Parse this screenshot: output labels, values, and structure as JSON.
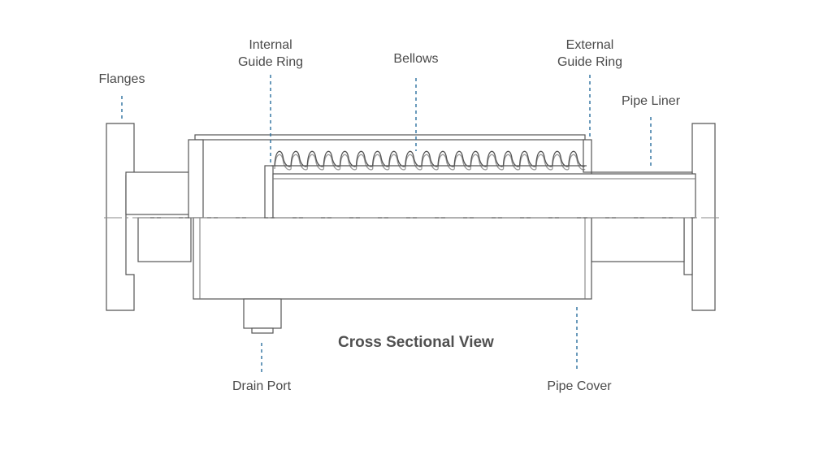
{
  "diagram": {
    "title": "Cross Sectional View",
    "labels": {
      "flanges": "Flanges",
      "internal_guide_ring_line1": "Internal",
      "internal_guide_ring_line2": "Guide Ring",
      "bellows": "Bellows",
      "external_guide_ring_line1": "External",
      "external_guide_ring_line2": "Guide Ring",
      "pipe_liner": "Pipe Liner",
      "drain_port": "Drain Port",
      "pipe_cover": "Pipe Cover"
    },
    "colors": {
      "leader": "#2b6f9e",
      "outline": "#555555",
      "label_text": "#4a4a4a"
    }
  }
}
